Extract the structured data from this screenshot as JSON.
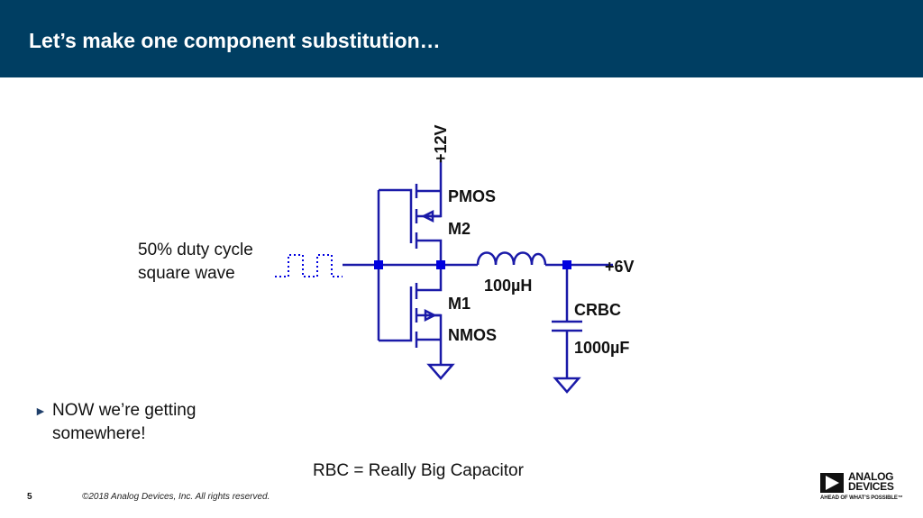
{
  "header": {
    "title": "Let’s make one component substitution…"
  },
  "schematic": {
    "supply_label": "+12V",
    "pmos_label": "PMOS",
    "m2_label": "M2",
    "m1_label": "M1",
    "nmos_label": "NMOS",
    "inductor_label": "100µH",
    "output_label": "+6V",
    "cap_name": "CRBC",
    "cap_value": "1000µF",
    "wire_color": "#1a1aa8",
    "node_color": "#0000e0"
  },
  "wave_label": {
    "line1": "50% duty cycle",
    "line2": "square wave"
  },
  "bullet": {
    "text": "NOW we’re getting somewhere!"
  },
  "caption": "RBC = Really Big Capacitor",
  "footer": {
    "page": "5",
    "copyright": "©2018 Analog Devices, Inc. All rights reserved."
  },
  "logo": {
    "line1": "ANALOG",
    "line2": "DEVICES",
    "tagline": "AHEAD OF WHAT’S POSSIBLE™"
  }
}
